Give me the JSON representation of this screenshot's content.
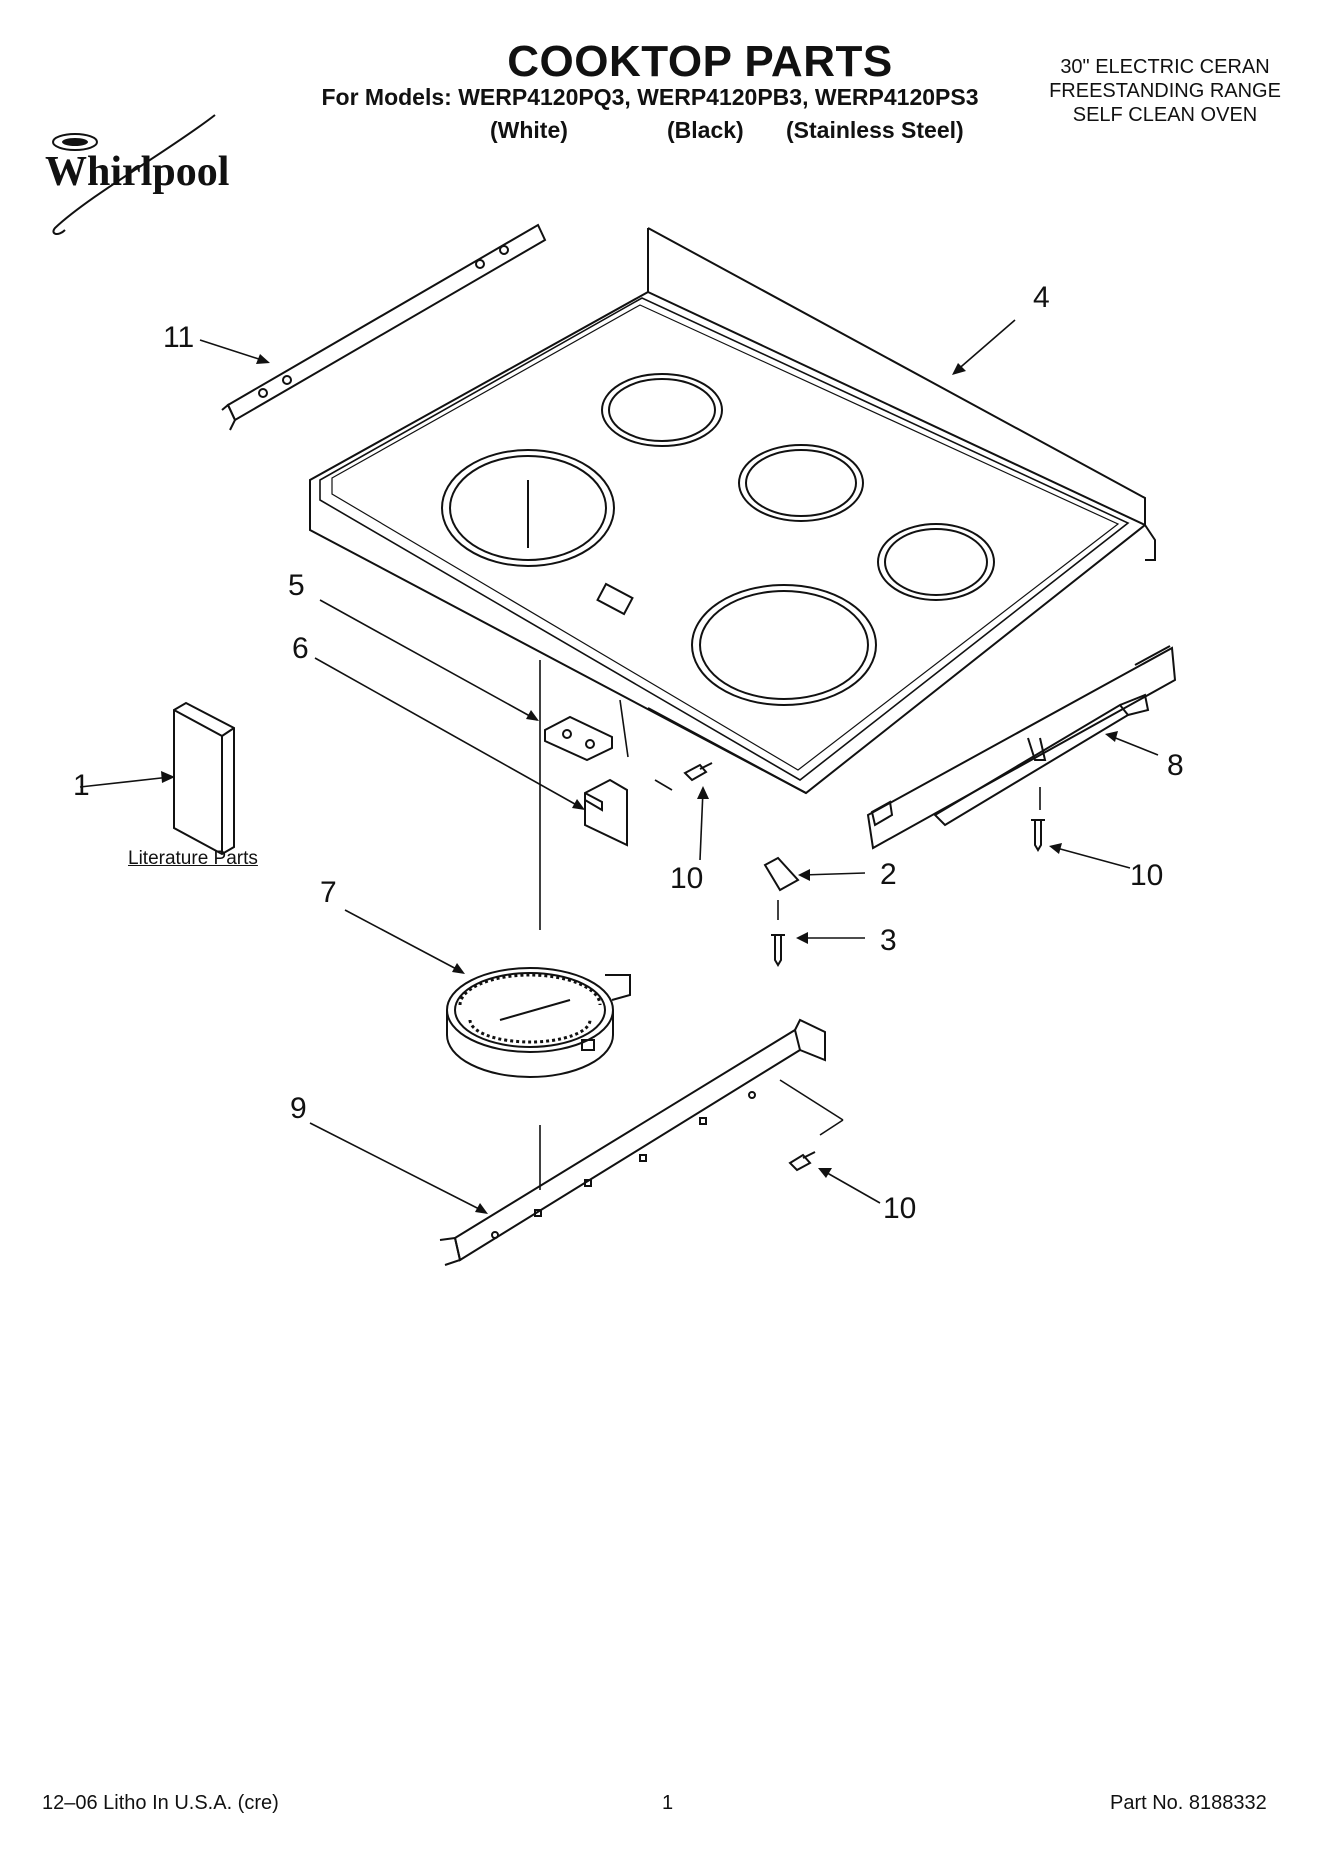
{
  "header": {
    "title": "COOKTOP PARTS",
    "models_line": "For Models: WERP4120PQ3, WERP4120PB3, WERP4120PS3",
    "variants": [
      "(White)",
      "(Black)",
      "(Stainless Steel)"
    ],
    "description": [
      "30\" ELECTRIC CERAN",
      "FREESTANDING RANGE",
      "SELF CLEAN OVEN"
    ]
  },
  "brand": {
    "name": "Whirlpool"
  },
  "callouts": {
    "c1": "1",
    "c2": "2",
    "c3": "3",
    "c4": "4",
    "c5": "5",
    "c6": "6",
    "c7": "7",
    "c8": "8",
    "c9": "9",
    "c10a": "10",
    "c10b": "10",
    "c10c": "10",
    "c11": "11"
  },
  "literature_label": "Literature Parts",
  "footer": {
    "left": "12–06 Litho In U.S.A. (cre)",
    "page": "1",
    "part_no": "Part No. 8188332"
  }
}
